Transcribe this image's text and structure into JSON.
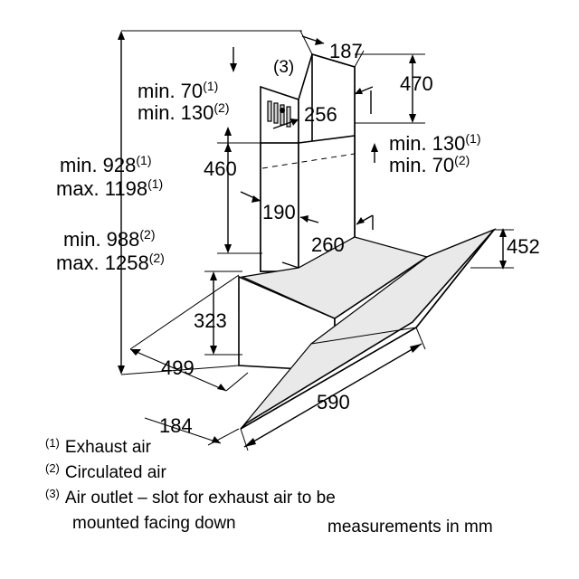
{
  "dimensions": {
    "d187": "187",
    "d470": "470",
    "d256": "256",
    "d460": "460",
    "d190": "190",
    "d260": "260",
    "d452": "452",
    "d323": "323",
    "d499": "499",
    "d590": "590",
    "d184": "184"
  },
  "notes": {
    "outlet_marker": "(3)",
    "min70_1": "min. 70",
    "min130_2": "min. 130",
    "min928_1": "min. 928",
    "max1198_1": "max. 1198",
    "min988_2": "min. 988",
    "max1258_2": "max. 1258",
    "min130_1": "min. 130",
    "min70_2": "min. 70",
    "sup1": "(1)",
    "sup2": "(2)"
  },
  "legend": {
    "item1_marker": "(1)",
    "item1_text": "Exhaust air",
    "item2_marker": "(2)",
    "item2_text": "Circulated air",
    "item3_marker": "(3)",
    "item3_text_line1": "Air outlet – slot for exhaust air to be",
    "item3_text_line2": "mounted facing down",
    "units": "measurements in mm"
  }
}
